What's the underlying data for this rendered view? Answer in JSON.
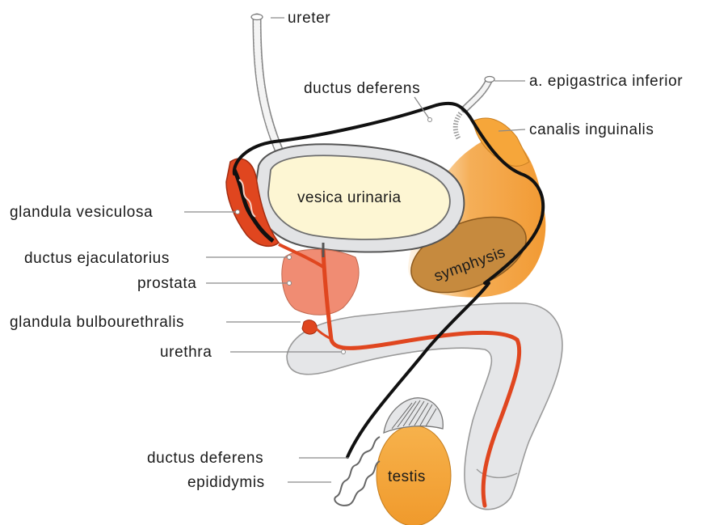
{
  "labels": {
    "ureter": "ureter",
    "ductus_deferens_top": "ductus deferens",
    "epigastrica": "a. epigastrica inferior",
    "canalis": "canalis inguinalis",
    "vesica": "vesica urinaria",
    "glandula_vesiculosa": "glandula vesiculosa",
    "ductus_ejaculatorius": "ductus ejaculatorius",
    "prostata": "prostata",
    "symphysis": "symphysis",
    "glandula_bulbourethralis": "glandula bulbourethralis",
    "urethra": "urethra",
    "ductus_deferens_bottom": "ductus deferens",
    "epididymis": "epididymis",
    "testis": "testis"
  },
  "colors": {
    "bladder_fill": "#fdf6d3",
    "bladder_wall": "#e2e3e5",
    "outline": "#555555",
    "duct": "#111111",
    "vesicle": "#e0461f",
    "prostate": "#f08c73",
    "symphysis": "#c98a3a",
    "orange": "#f5a93a",
    "penis": "#e5e6e8",
    "urethra": "#e0461f"
  }
}
